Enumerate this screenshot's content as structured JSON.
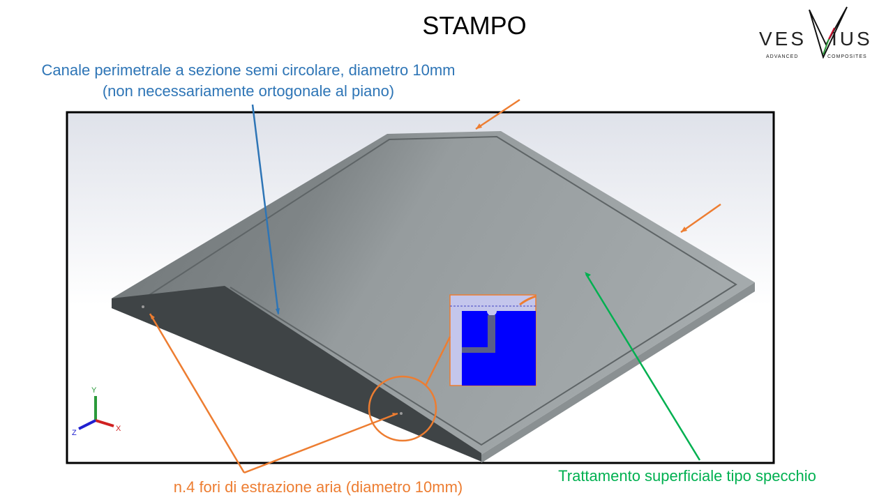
{
  "slide": {
    "title": "STAMPO",
    "annotations": {
      "channel_line1": "Canale perimetrale a sezione semi circolare, diametro 10mm",
      "channel_line2": "(non necessariamente ortogonale al piano)",
      "holes": "n.4 fori di estrazione aria (diametro 10mm)",
      "surface": "Trattamento superficiale tipo specchio"
    },
    "logo": {
      "word_left": "VES",
      "word_right": "IUS",
      "sub_left": "ADVANCED",
      "sub_right": "COMPOSITES"
    },
    "axes": {
      "x": "X",
      "y": "Y",
      "z": "Z"
    },
    "colors": {
      "channel": "#2e75b6",
      "holes": "#ed7d31",
      "surface": "#00b050",
      "inset_fill": "#0000ff"
    }
  }
}
